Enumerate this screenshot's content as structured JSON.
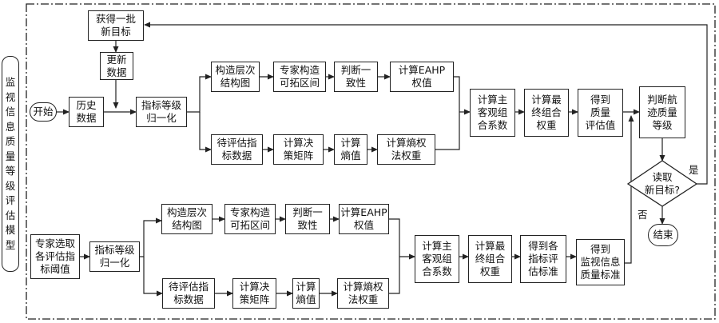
{
  "side_label": "监\n视\n信\n息\n质\n量\n等\n级\n评\n估\n模\n型",
  "nodes": {
    "start": "开始",
    "history": "历史\n数据",
    "normalize_top": "指标等级\n归一化",
    "get_targets": "获得一批\n新目标",
    "update_data": "更新\n数据",
    "top_hierarchy": "构造层次\n结构图",
    "top_expert": "专家构造\n可拓区间",
    "top_consistency": "判断一\n致性",
    "top_eahp": "计算EAHP\n权值",
    "top_pending": "待评估指\n标数据",
    "top_decision": "计算决\n策矩阵",
    "top_entropy": "计算\n熵值",
    "top_entropy_weight": "计算熵权\n法权重",
    "top_coeff": "计算主\n客观组\n合系数",
    "top_final_weight": "计算最\n终组合\n权重",
    "top_quality_value": "得到\n质量\n评估值",
    "judge_track": "判断航\n迹质量\n等级",
    "read_new": "读取\n新目标?",
    "end": "结束",
    "expert_select": "专家选取\n各评估指\n标阈值",
    "normalize_bottom": "指标等级\n归一化",
    "bot_hierarchy": "构造层次\n结构图",
    "bot_expert": "专家构造\n可拓区间",
    "bot_consistency": "判断一\n致性",
    "bot_eahp": "计算EAHP\n权值",
    "bot_pending": "待评估指\n标数据",
    "bot_decision": "计算决\n策矩阵",
    "bot_entropy": "计算\n熵值",
    "bot_entropy_weight": "计算熵权\n法权重",
    "bot_coeff": "计算主\n客观组\n合系数",
    "bot_final_weight": "计算最\n终组合\n权重",
    "bot_standards": "得到各\n指标评\n估标准",
    "bot_quality_standard": "得到\n监视信息\n质量标准"
  },
  "edge_labels": {
    "yes": "是",
    "no": "否"
  }
}
